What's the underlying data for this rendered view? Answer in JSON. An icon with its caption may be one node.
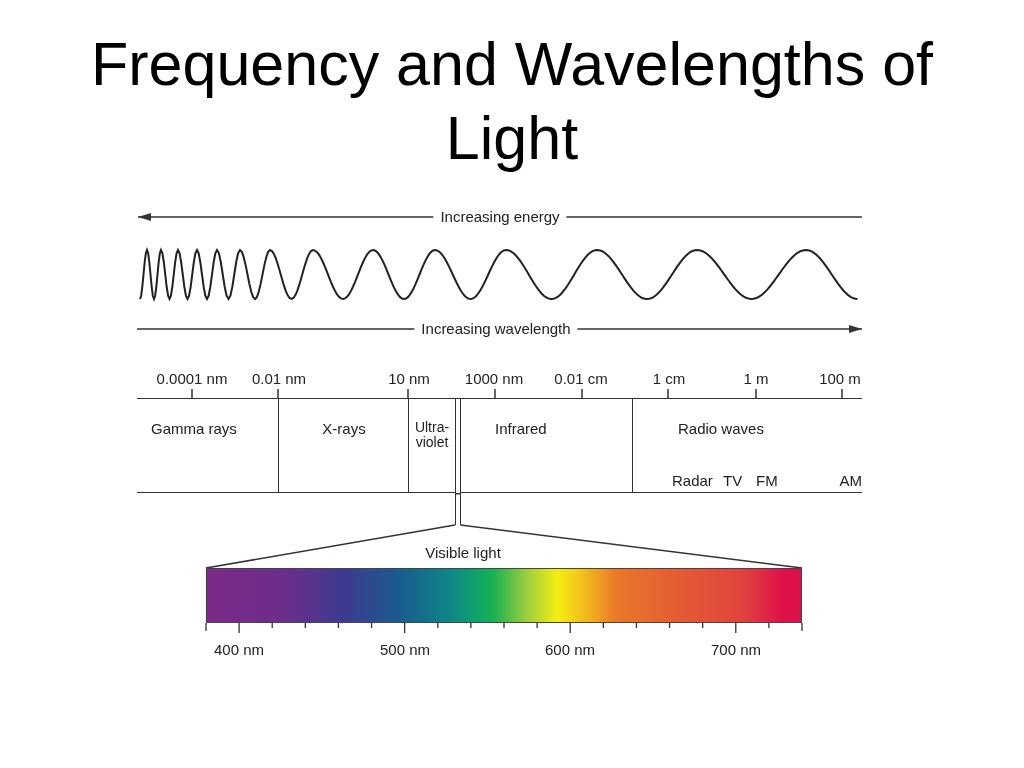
{
  "diagram": {
    "title": "Frequency and Wavelengths of Light",
    "nodes": [
      {
        "text": [
          "Gamma rays"
        ]
      },
      {
        "text": [
          "X-rays"
        ]
      },
      {
        "text": [
          "Ultra-violet"
        ]
      },
      {
        "text": [],
        "shape": "bar"
      },
      {
        "text": [
          "Infrared"
        ]
      },
      {
        "text": [
          "Radio waves",
          "Radar",
          "TV",
          "FM",
          "AM"
        ]
      },
      {
        "text": [],
        "shape": "bar",
        "beside": [
          "Visible light"
        ]
      }
    ],
    "edges": [
      {
        "from": 3,
        "to": 6,
        "arrow": "none"
      }
    ],
    "labels": [
      "Increasing energy",
      "Increasing wavelength",
      "0.0001 nm",
      "0.01 nm",
      "10 nm",
      "1000 nm",
      "0.01 cm",
      "1 cm",
      "1 m",
      "100 m",
      "400 nm",
      "500 nm",
      "600 nm",
      "700 nm"
    ]
  }
}
